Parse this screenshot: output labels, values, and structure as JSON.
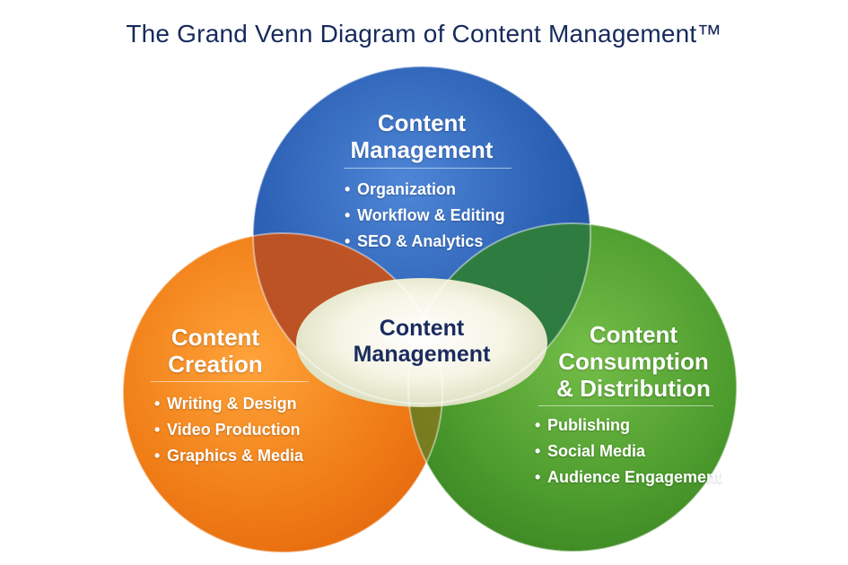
{
  "title": "The Grand Venn Diagram of Content Management™",
  "circles": {
    "top": {
      "heading_line1": "Content",
      "heading_line2": "Management",
      "items": [
        "Organization",
        "Workflow & Editing",
        "SEO & Analytics"
      ],
      "color": "#2f63b8"
    },
    "left": {
      "heading_line1": "Content",
      "heading_line2": "Creation",
      "items": [
        "Writing & Design",
        "Video Production",
        "Graphics & Media"
      ],
      "color": "#ef7a14"
    },
    "right": {
      "heading_line1": "Content",
      "heading_line2": "Consumption",
      "heading_line3": "& Distribution",
      "items": [
        "Publishing",
        "Social Media",
        "Audience Engagement"
      ],
      "color": "#4a9a2c"
    }
  },
  "center": {
    "line1": "Content",
    "line2": "Management"
  }
}
